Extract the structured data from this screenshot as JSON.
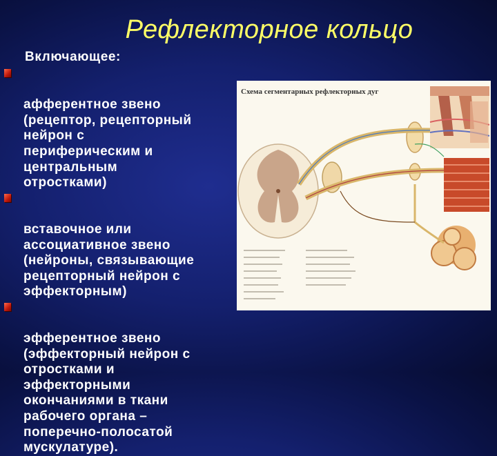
{
  "slide": {
    "title": "Рефлекторное кольцо",
    "intro": "Включающее:",
    "bullets": [
      "афферентное звено\n(рецептор, рецепторный\nнейрон с\nпериферическим и\nцентральным\nотростками)",
      "вставочное или\nассоциативное звено\n(нейроны, связывающие\nрецепторный нейрон с\nэффекторным)",
      "эфферентное звено\n(эффекторный нейрон с\nотростками и\nэффекторными\nокончаниями в ткани\nрабочего органа –\nпоперечно-полосатой\nмускулатуре)."
    ]
  },
  "figure": {
    "title": "Схема сегментарных рефлекторных дуг",
    "colors": {
      "background": "#fbf8ee",
      "spinal_cord": "#f6ecd8",
      "grey_matter": "#c9a58a",
      "nerve": "#d9b66a",
      "muscle": "#c84a2a",
      "gut": "#e8b070"
    }
  },
  "theme": {
    "title_color": "#ffff66",
    "text_color": "#ffffff",
    "bullet_color": "#c0180c"
  }
}
